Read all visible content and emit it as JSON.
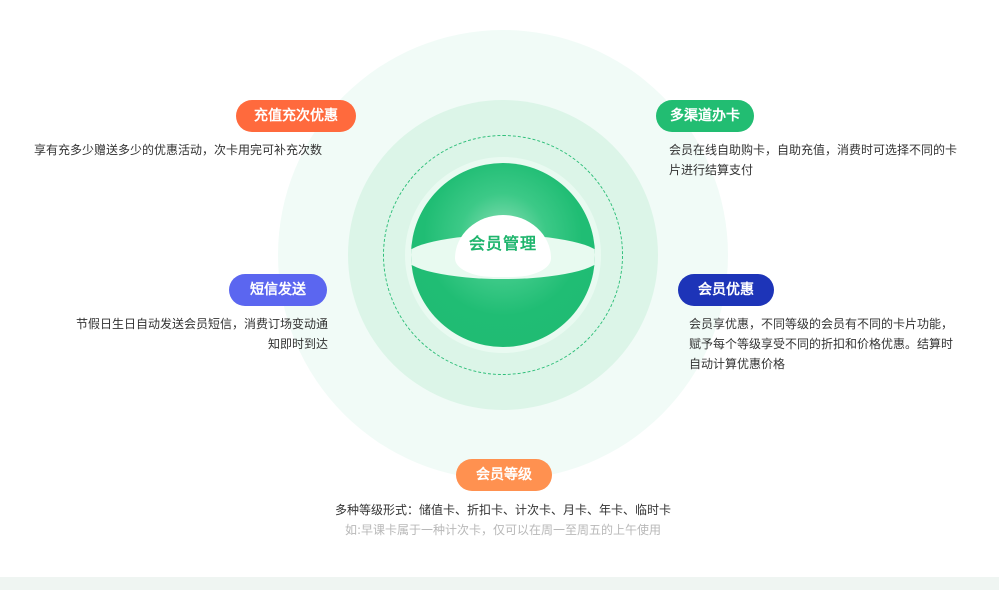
{
  "center": {
    "title": "会员管理"
  },
  "features": {
    "recharge": {
      "label": "充值充次优惠",
      "color": "#ff6a3d",
      "desc": "享有充多少赠送多少的优惠活动，次卡用完可补充次数"
    },
    "multichannel": {
      "label": "多渠道办卡",
      "color": "#22bd72",
      "desc_line1": "会员在线自助购卡，自助充值，消费时可选择不同的卡",
      "desc_line2": "片进行结算支付"
    },
    "sms": {
      "label": "短信发送",
      "color": "#5b66f0",
      "desc_line1": "节假日生日自动发送会员短信，消费订场变动通",
      "desc_line2": "知即时到达"
    },
    "discount": {
      "label": "会员优惠",
      "color": "#1d34b8",
      "desc_line1": "会员享优惠，不同等级的会员有不同的卡片功能，",
      "desc_line2": "赋予每个等级享受不同的折扣和价格优惠。结算时",
      "desc_line3": "自动计算优惠价格"
    },
    "levels": {
      "label": "会员等级",
      "color": "#ff9150",
      "desc_line1": "多种等级形式：储值卡、折扣卡、计次卡、月卡、年卡、临时卡",
      "desc_line2": "如:早课卡属于一种计次卡，仅可以在周一至周五的上午使用"
    }
  }
}
